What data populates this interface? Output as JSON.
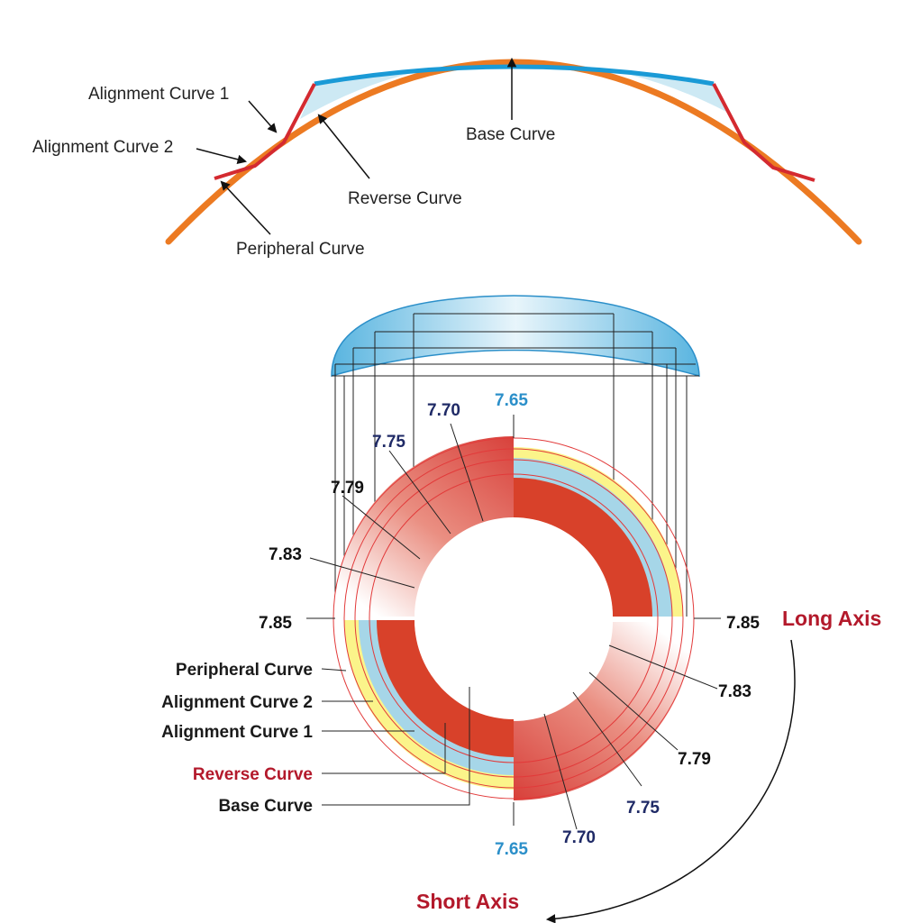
{
  "colors": {
    "base_curve_line": "#1a9ad6",
    "cornea": "#ec7a22",
    "edge_curves": "#d42a30",
    "reverse_zone_fill": "#cde9f4",
    "alignment_ring_2": "#fbf48a",
    "alignment_ring_1": "#a6d6e8",
    "reverse_ring": "#d8412a",
    "gradient_red": "#d8413b",
    "val_light": "#2b8fc9",
    "val_navy": "#1f2a66",
    "val_black": "#111111",
    "axis_red": "#b3192b"
  },
  "profile_labels": {
    "alignment_curve_1": "Alignment Curve 1",
    "alignment_curve_2": "Alignment Curve 2",
    "base_curve": "Base Curve",
    "reverse_curve": "Reverse Curve",
    "peripheral_curve": "Peripheral Curve"
  },
  "ring_labels": {
    "peripheral_curve": "Peripheral Curve",
    "alignment_curve_2": "Alignment Curve 2",
    "alignment_curve_1": "Alignment Curve 1",
    "reverse_curve": "Reverse Curve",
    "base_curve": "Base Curve"
  },
  "values_top": {
    "v765": "7.65",
    "v770": "7.70",
    "v775": "7.75",
    "v779": "7.79",
    "v783": "7.83",
    "v785_left": "7.85",
    "v785_right": "7.85"
  },
  "values_bottom": {
    "v783": "7.83",
    "v779": "7.79",
    "v775": "7.75",
    "v770": "7.70",
    "v765": "7.65"
  },
  "axes": {
    "long": "Long Axis",
    "short": "Short Axis"
  },
  "arrow_icon": "curved-arrow-icon"
}
